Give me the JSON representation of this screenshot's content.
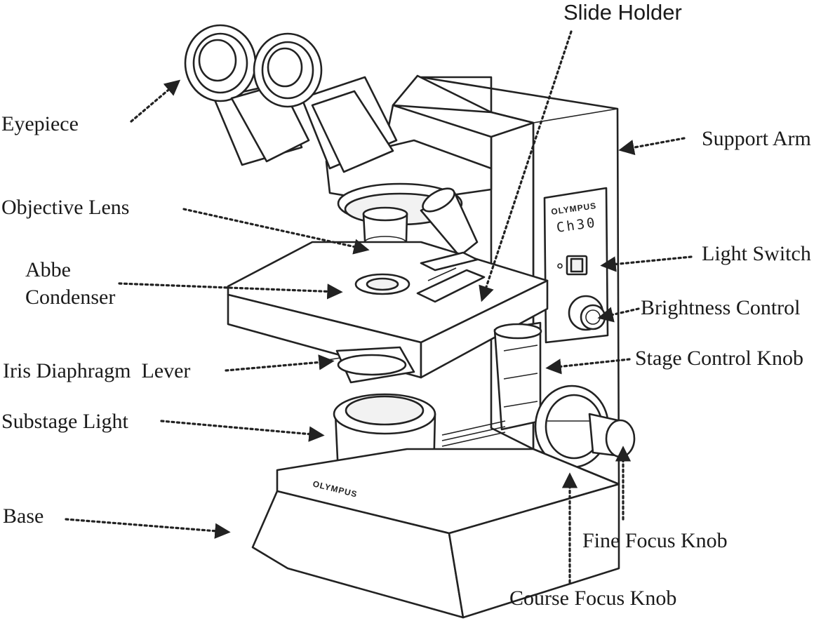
{
  "labels": {
    "eyepiece": "Eyepiece",
    "objective_lens": "Objective Lens",
    "abbe_condenser_line1": "Abbe",
    "abbe_condenser_line2": "Condenser",
    "iris_diaphragm_lever": "Iris Diaphragm  Lever",
    "substage_light": "Substage Light",
    "base": "Base",
    "slide_holder": "Slide Holder",
    "support_arm": "Support Arm",
    "light_switch": "Light Switch",
    "brightness_control": "Brightness Control",
    "stage_control_knob": "Stage Control Knob",
    "fine_focus_knob": "Fine Focus Knob",
    "course_focus_knob": "Course Focus Knob"
  },
  "device": {
    "brand": "OLYMPUS",
    "model": "Ch30",
    "base_brand": "OLYMPUS"
  }
}
